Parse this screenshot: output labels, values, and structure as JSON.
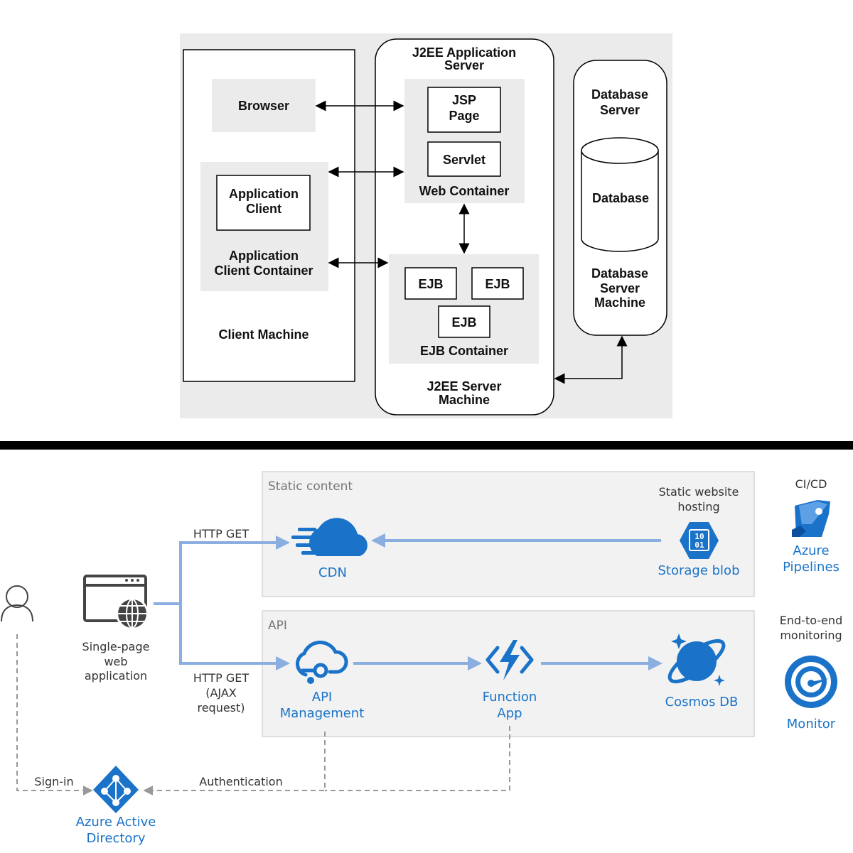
{
  "j2ee": {
    "browser": "Browser",
    "app_server_l1": "J2EE Application",
    "app_server_l2": "Server",
    "jsp_l1": "JSP",
    "jsp_l2": "Page",
    "servlet": "Servlet",
    "web_container": "Web Container",
    "app_client_l1": "Application",
    "app_client_l2": "Client",
    "app_client_container_l1": "Application",
    "app_client_container_l2": "Client Container",
    "client_machine": "Client Machine",
    "ejb1": "EJB",
    "ejb2": "EJB",
    "ejb3": "EJB",
    "ejb_container": "EJB Container",
    "server_machine_l1": "J2EE Server",
    "server_machine_l2": "Machine",
    "db_server_l1": "Database",
    "db_server_l2": "Server",
    "database": "Database",
    "db_machine_l1": "Database",
    "db_machine_l2": "Server",
    "db_machine_l3": "Machine"
  },
  "azure": {
    "static_content": "Static content",
    "api_group": "API",
    "static_hosting_l1": "Static website",
    "static_hosting_l2": "hosting",
    "cdn": "CDN",
    "storage_blob": "Storage blob",
    "blob_bits_l1": "10",
    "blob_bits_l2": "01",
    "http_get": "HTTP GET",
    "http_get_ajax_l1": "HTTP GET",
    "http_get_ajax_l2": "(AJAX",
    "http_get_ajax_l3": "request)",
    "spa_l1": "Single-page",
    "spa_l2": "web",
    "spa_l3": "application",
    "apim_l1": "API",
    "apim_l2": "Management",
    "func_l1": "Function",
    "func_l2": "App",
    "cosmos": "Cosmos DB",
    "cicd": "CI/CD",
    "pipelines_l1": "Azure",
    "pipelines_l2": "Pipelines",
    "monitoring_l1": "End-to-end",
    "monitoring_l2": "monitoring",
    "monitor": "Monitor",
    "signin": "Sign-in",
    "authentication": "Authentication",
    "aad_l1": "Azure Active",
    "aad_l2": "Directory"
  },
  "colors": {
    "azure_blue": "#1a73c8",
    "arrow_blue": "#8aaee0",
    "group_bg": "#f2f2f2",
    "j2ee_bg": "#ebebeb"
  }
}
